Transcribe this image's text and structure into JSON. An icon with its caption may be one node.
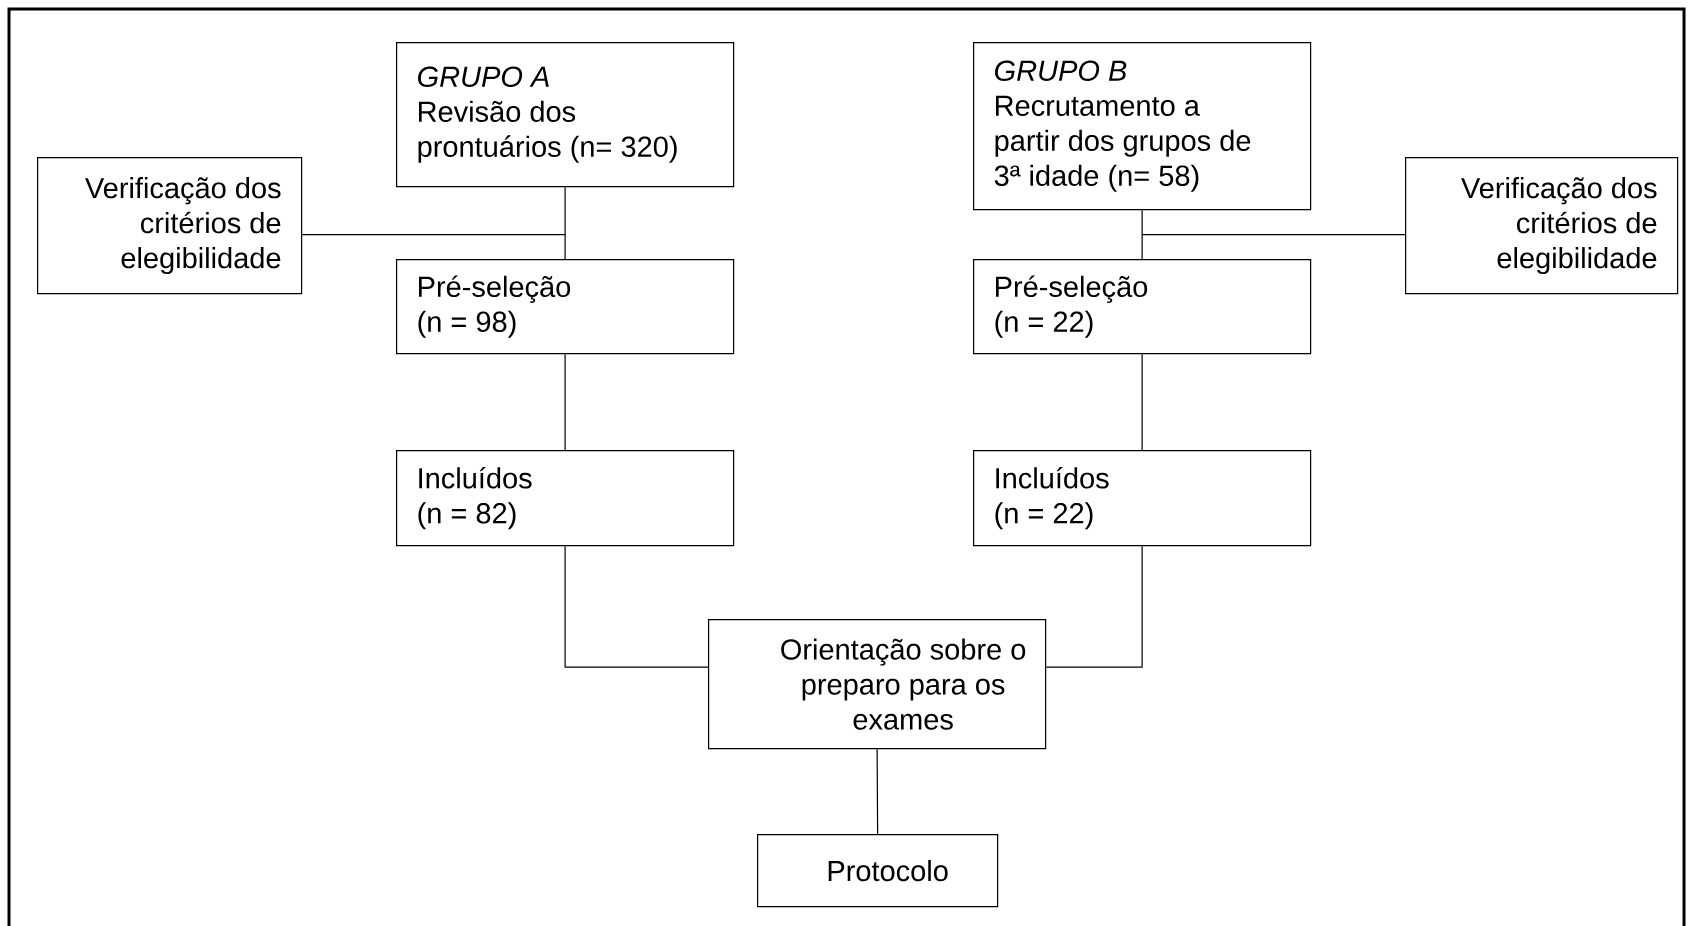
{
  "diagram": {
    "nodes": [
      {
        "text": [
          "GRUPO A",
          "Revisão dos prontuários (n= 320)"
        ]
      },
      {
        "text": [
          "GRUPO B",
          "Recrutamento a partir dos grupos de 3ª idade (n= 58)"
        ]
      },
      {
        "text": [
          "Verificação dos critérios de elegibilidade"
        ]
      },
      {
        "text": [
          "Verificação dos critérios de elegibilidade"
        ]
      },
      {
        "text": [
          "Pré-seleção (n = 98)"
        ]
      },
      {
        "text": [
          "Pré-seleção (n = 22)"
        ]
      },
      {
        "text": [
          "Incluídos (n = 82)"
        ]
      },
      {
        "text": [
          "Incluídos (n = 22)"
        ]
      },
      {
        "text": [
          "Orientação sobre o preparo para os exames"
        ]
      },
      {
        "text": [
          "Protocolo"
        ]
      }
    ],
    "edges": [
      {
        "from": 0,
        "to": 4,
        "arrow": "none"
      },
      {
        "from": 1,
        "to": 5,
        "arrow": "none"
      },
      {
        "from": 4,
        "to": 6,
        "arrow": "none"
      },
      {
        "from": 5,
        "to": 7,
        "arrow": "none"
      },
      {
        "from": 6,
        "to": 8,
        "arrow": "none"
      },
      {
        "from": 7,
        "to": 8,
        "arrow": "none"
      },
      {
        "from": 8,
        "to": 9,
        "arrow": "none"
      },
      {
        "from": 2,
        "to": null,
        "arrow": "none"
      },
      {
        "from": 3,
        "to": null,
        "arrow": "none"
      }
    ]
  }
}
